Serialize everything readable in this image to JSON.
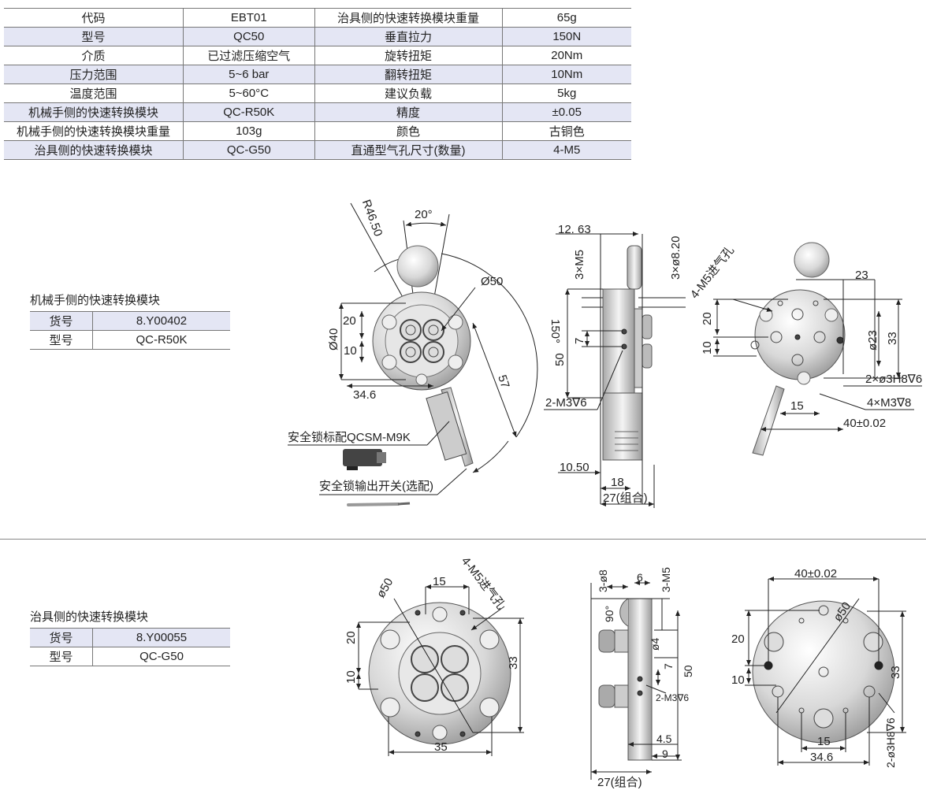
{
  "spec_table": {
    "rows": [
      {
        "k1": "代码",
        "v1": "EBT01",
        "k2": "治具侧的快速转换模块重量",
        "v2": "65g"
      },
      {
        "k1": "型号",
        "v1": "QC50",
        "k2": "垂直拉力",
        "v2": "150N"
      },
      {
        "k1": "介质",
        "v1": "已过滤压缩空气",
        "k2": "旋转扭矩",
        "v2": "20Nm"
      },
      {
        "k1": "压力范围",
        "v1": "5~6 bar",
        "k2": "翻转扭矩",
        "v2": "10Nm"
      },
      {
        "k1": "温度范围",
        "v1": "5~60°C",
        "k2": "建议负载",
        "v2": "5kg"
      },
      {
        "k1": "机械手侧的快速转换模块",
        "v1": "QC-R50K",
        "k2": "精度",
        "v2": "±0.05"
      },
      {
        "k1": "机械手侧的快速转换模块重量",
        "v1": "103g",
        "k2": "颜色",
        "v2": "古铜色"
      },
      {
        "k1": "治具侧的快速转换模块",
        "v1": "QC-G50",
        "k2": "直通型气孔尺寸(数量)",
        "v2": "4-M5"
      }
    ]
  },
  "robot_side": {
    "title": "机械手侧的快速转换模块",
    "rows": [
      {
        "label": "货号",
        "value": "8.Y00402"
      },
      {
        "label": "型号",
        "value": "QC-R50K"
      }
    ]
  },
  "tool_side": {
    "title": "治具侧的快速转换模块",
    "rows": [
      {
        "label": "货号",
        "value": "8.Y00055"
      },
      {
        "label": "型号",
        "value": "QC-G50"
      }
    ]
  },
  "drawing_top": {
    "r46": "R46.50",
    "ang20": "20°",
    "d50": "Ø50",
    "ang150": "150°",
    "d40": "Ø40",
    "n20": "20",
    "n10": "10",
    "n57": "57",
    "n34_6": "34.6",
    "lock_std": "安全锁标配QCSM-M9K",
    "lock_opt": "安全锁输出开关(选配)",
    "s12_63": "12. 63",
    "s3m5": "3×M5",
    "s3d8": "3×ø8.20",
    "s7": "7",
    "s50": "50",
    "s2m3": "2-M3∇6",
    "s10_50": "10.50",
    "s18": "18",
    "s27": "27(组合)",
    "r4m5": "4-M5进气孔",
    "r23": "23",
    "r20": "20",
    "r10": "10",
    "rd23": "ø23",
    "r33": "33",
    "r2d3": "2×ø3H8∇6",
    "r4m3": "4×M3∇8",
    "r15": "15",
    "r40": "40±0.02"
  },
  "drawing_bottom": {
    "d50": "ø50",
    "n15": "15",
    "m5": "4-M5进气孔",
    "n20": "20",
    "n10": "10",
    "n33": "33",
    "n35": "35",
    "s3d8": "3-ø8",
    "s6": "6",
    "s3m5": "3-M5",
    "s90": "90°",
    "sd4": "ø4",
    "s7": "7",
    "s50": "50",
    "s2m3": "2-M3∇6",
    "s4_5": "4.5",
    "s9": "9",
    "s27": "27(组合)",
    "r40": "40±0.02",
    "rd50": "ø50",
    "r20": "20",
    "r10": "10",
    "r33": "33",
    "r15": "15",
    "r34_6": "34.6",
    "r2d3": "2-ø3H8∇6"
  }
}
